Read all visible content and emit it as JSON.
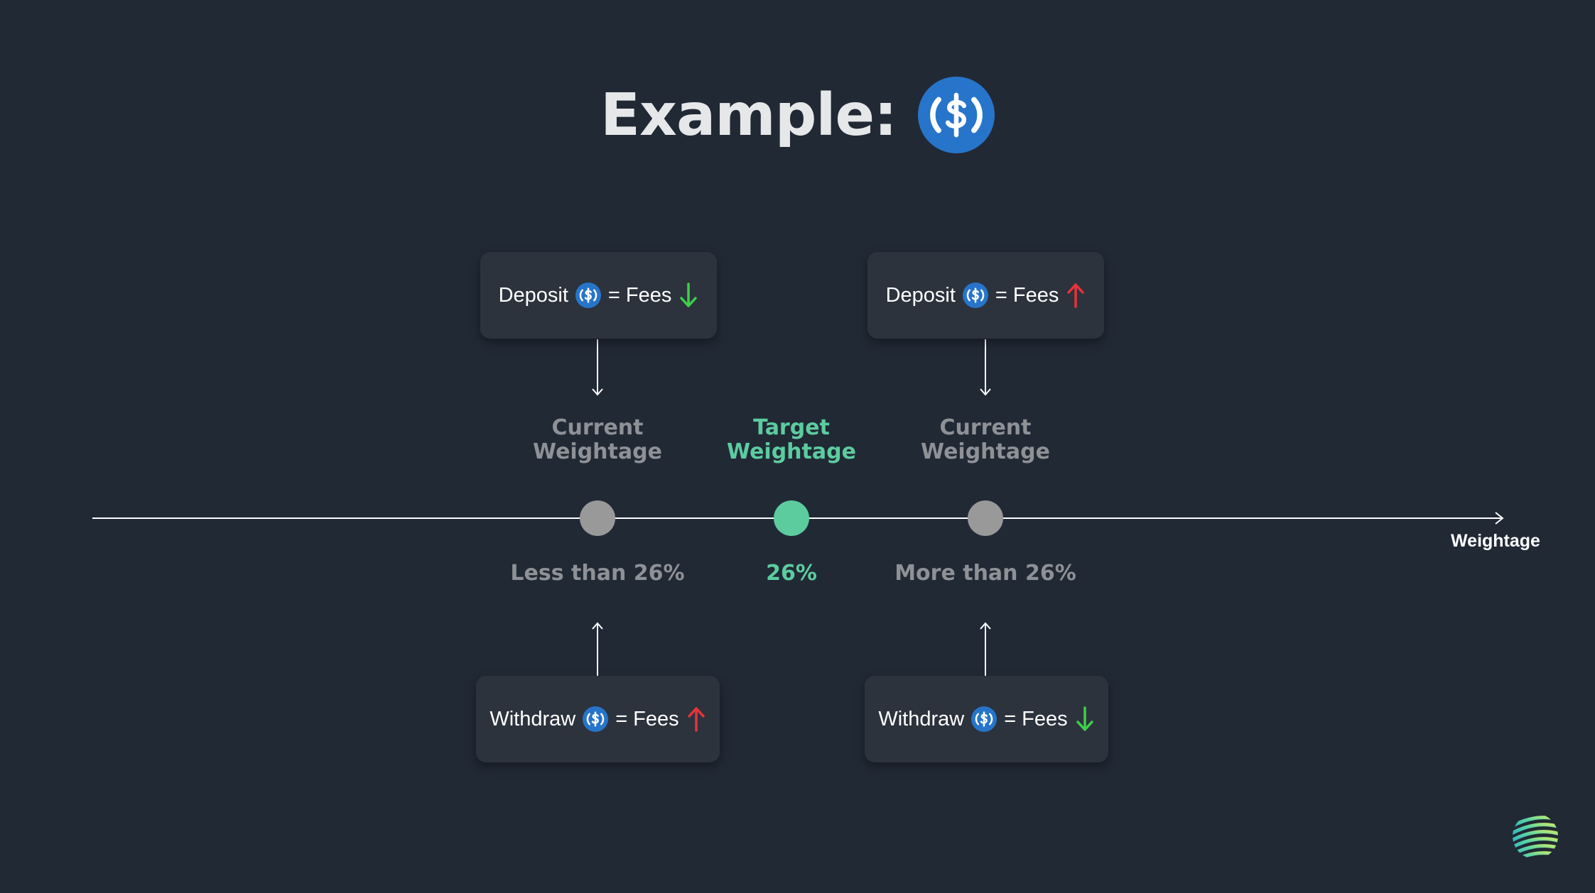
{
  "title": "Example:",
  "axis_label": "Weightage",
  "cards": {
    "deposit_left": {
      "word": "Deposit",
      "eq": "= Fees",
      "arrow": "arrow-down",
      "arrow_color": "#3ecf4a"
    },
    "deposit_right": {
      "word": "Deposit",
      "eq": "= Fees",
      "arrow": "arrow-up",
      "arrow_color": "#e8333a"
    },
    "withdraw_left": {
      "word": "Withdraw",
      "eq": "= Fees",
      "arrow": "arrow-up",
      "arrow_color": "#e8333a"
    },
    "withdraw_right": {
      "word": "Withdraw",
      "eq": "= Fees",
      "arrow": "arrow-down",
      "arrow_color": "#3ecf4a"
    }
  },
  "points": {
    "left": {
      "top_line1": "Current",
      "top_line2": "Weightage",
      "value": "Less than 26%"
    },
    "center": {
      "top_line1": "Target",
      "top_line2": "Weightage",
      "value": "26%"
    },
    "right": {
      "top_line1": "Current",
      "top_line2": "Weightage",
      "value": "More than 26%"
    }
  },
  "colors": {
    "background": "#212935",
    "card": "#2c333d",
    "target": "#5ccc9f",
    "current": "#999999",
    "coin": "#2775ca"
  },
  "icons": {
    "coin": "usdc-coin-icon",
    "logo": "brand-logo-icon"
  }
}
